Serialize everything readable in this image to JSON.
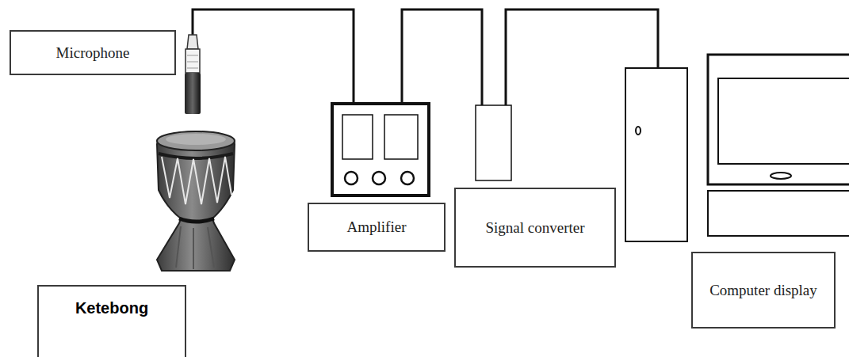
{
  "diagram": {
    "nodes": [
      {
        "text": [
          "Microphone"
        ]
      },
      {
        "text": [
          "Ketebong"
        ]
      },
      {
        "text": [
          "Amplifier"
        ]
      },
      {
        "text": [
          "Signal converter"
        ]
      },
      {
        "text": [
          "Computer display"
        ]
      }
    ]
  }
}
